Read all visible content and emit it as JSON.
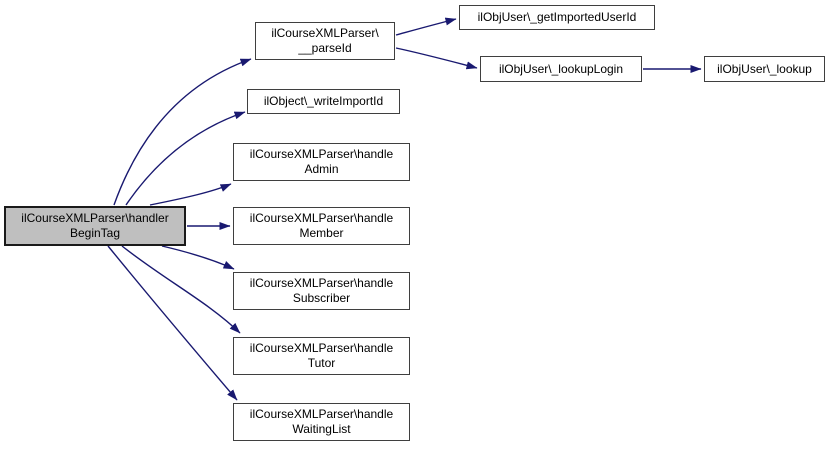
{
  "diagram": {
    "type": "call-graph",
    "colors": {
      "edge": "#191970",
      "node_border": "#3f3f3f",
      "node_fill": "#ffffff",
      "highlight_fill": "#bfbfbf",
      "text": "#000000",
      "background": "#ffffff"
    },
    "nodes": {
      "handlerBeginTag": {
        "label": "ilCourseXMLParser\\handler\nBeginTag",
        "highlighted": true
      },
      "parseId": {
        "label": "ilCourseXMLParser\\\n__parseId"
      },
      "writeImportId": {
        "label": "ilObject\\_writeImportId"
      },
      "handleAdmin": {
        "label": "ilCourseXMLParser\\handle\nAdmin"
      },
      "handleMember": {
        "label": "ilCourseXMLParser\\handle\nMember"
      },
      "handleSubscriber": {
        "label": "ilCourseXMLParser\\handle\nSubscriber"
      },
      "handleTutor": {
        "label": "ilCourseXMLParser\\handle\nTutor"
      },
      "handleWaitingList": {
        "label": "ilCourseXMLParser\\handle\nWaitingList"
      },
      "getImportedUserId": {
        "label": "ilObjUser\\_getImportedUserId"
      },
      "lookupLogin": {
        "label": "ilObjUser\\_lookupLogin"
      },
      "lookup": {
        "label": "ilObjUser\\_lookup"
      }
    },
    "edges": [
      {
        "from": "ilCourseXMLParser\\handlerBeginTag",
        "to": "ilCourseXMLParser\\__parseId"
      },
      {
        "from": "ilCourseXMLParser\\handlerBeginTag",
        "to": "ilObject\\_writeImportId"
      },
      {
        "from": "ilCourseXMLParser\\handlerBeginTag",
        "to": "ilCourseXMLParser\\handleAdmin"
      },
      {
        "from": "ilCourseXMLParser\\handlerBeginTag",
        "to": "ilCourseXMLParser\\handleMember"
      },
      {
        "from": "ilCourseXMLParser\\handlerBeginTag",
        "to": "ilCourseXMLParser\\handleSubscriber"
      },
      {
        "from": "ilCourseXMLParser\\handlerBeginTag",
        "to": "ilCourseXMLParser\\handleTutor"
      },
      {
        "from": "ilCourseXMLParser\\handlerBeginTag",
        "to": "ilCourseXMLParser\\handleWaitingList"
      },
      {
        "from": "ilCourseXMLParser\\__parseId",
        "to": "ilObjUser\\_getImportedUserId"
      },
      {
        "from": "ilCourseXMLParser\\__parseId",
        "to": "ilObjUser\\_lookupLogin"
      },
      {
        "from": "ilObjUser\\_lookupLogin",
        "to": "ilObjUser\\_lookup"
      }
    ]
  }
}
